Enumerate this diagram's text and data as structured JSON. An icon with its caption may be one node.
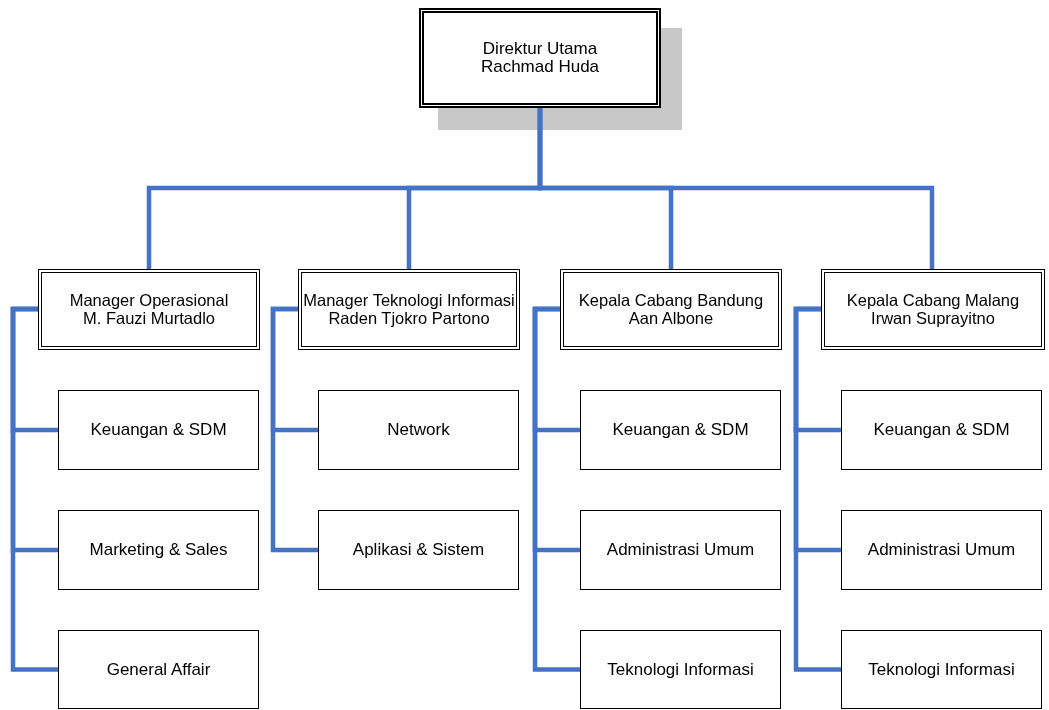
{
  "diagram": {
    "nodes": [
      {
        "text": [
          "Direktur Utama",
          "Rachmad Huda"
        ]
      },
      {
        "text": [
          "Manager Operasional",
          "M. Fauzi Murtadlo"
        ]
      },
      {
        "text": [
          "Manager Teknologi Informasi",
          "Raden Tjokro Partono"
        ]
      },
      {
        "text": [
          "Kepala Cabang Bandung",
          "Aan Albone"
        ]
      },
      {
        "text": [
          "Kepala Cabang Malang",
          "Irwan Suprayitno"
        ]
      },
      {
        "text": [
          "Keuangan & SDM"
        ]
      },
      {
        "text": [
          "Marketing & Sales"
        ]
      },
      {
        "text": [
          "General Affair"
        ]
      },
      {
        "text": [
          "Network"
        ]
      },
      {
        "text": [
          "Aplikasi & Sistem"
        ]
      },
      {
        "text": [
          "Keuangan & SDM"
        ]
      },
      {
        "text": [
          "Administrasi Umum"
        ]
      },
      {
        "text": [
          "Teknologi Informasi"
        ]
      },
      {
        "text": [
          "Keuangan & SDM"
        ]
      },
      {
        "text": [
          "Administrasi Umum"
        ]
      },
      {
        "text": [
          "Teknologi Informasi"
        ]
      }
    ],
    "edges": [
      {
        "from": 0,
        "to": 1,
        "arrow": "none"
      },
      {
        "from": 0,
        "to": 2,
        "arrow": "none"
      },
      {
        "from": 0,
        "to": 3,
        "arrow": "none"
      },
      {
        "from": 0,
        "to": 4,
        "arrow": "none"
      },
      {
        "from": 1,
        "to": 5,
        "arrow": "none"
      },
      {
        "from": 1,
        "to": 6,
        "arrow": "none"
      },
      {
        "from": 1,
        "to": 7,
        "arrow": "none"
      },
      {
        "from": 2,
        "to": 8,
        "arrow": "none"
      },
      {
        "from": 2,
        "to": 9,
        "arrow": "none"
      },
      {
        "from": 3,
        "to": 10,
        "arrow": "none"
      },
      {
        "from": 3,
        "to": 11,
        "arrow": "none"
      },
      {
        "from": 3,
        "to": 12,
        "arrow": "none"
      },
      {
        "from": 4,
        "to": 13,
        "arrow": "none"
      },
      {
        "from": 4,
        "to": 14,
        "arrow": "none"
      },
      {
        "from": 4,
        "to": 15,
        "arrow": "none"
      }
    ]
  }
}
